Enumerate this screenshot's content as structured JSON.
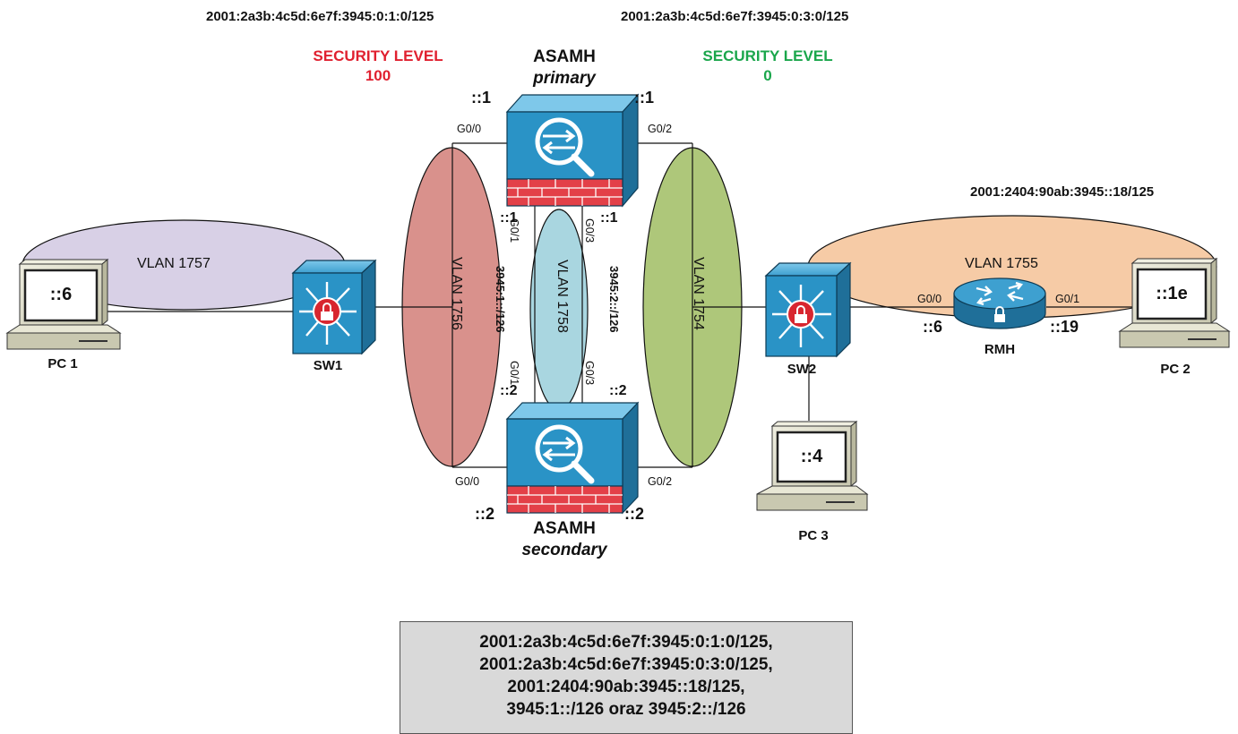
{
  "subnets": {
    "inside": "2001:2a3b:4c5d:6e7f:3945:0:1:0/125",
    "outside": "2001:2a3b:4c5d:6e7f:3945:0:3:0/125",
    "router_lan": "2001:2404:90ab:3945::18/125",
    "failover_1": "3945:1::/126",
    "failover_2": "3945:2::/126"
  },
  "security": {
    "inside_label": "SECURITY LEVEL",
    "inside_value": "100",
    "inside_color": "#e0202f",
    "outside_label": "SECURITY LEVEL",
    "outside_value": "0",
    "outside_color": "#1aa64b"
  },
  "asa_primary": {
    "name": "ASAMH",
    "role": "primary",
    "addr_left": "::1",
    "addr_right": "::1",
    "addr_g01": "::1",
    "addr_g03": "::1"
  },
  "asa_secondary": {
    "name": "ASAMH",
    "role": "secondary",
    "addr_left": "::2",
    "addr_right": "::2",
    "addr_g01": "::2",
    "addr_g03": "::2"
  },
  "ports": {
    "g00": "G0/0",
    "g01": "G0/1",
    "g02": "G0/2",
    "g03": "G0/3"
  },
  "vlans": {
    "v1757": "VLAN 1757",
    "v1756": "VLAN 1756",
    "v1758": "VLAN 1758",
    "v1754": "VLAN 1754",
    "v1755": "VLAN 1755"
  },
  "vlan_colors": {
    "v1757": "#d8d0e6",
    "v1756": "#d9918c",
    "v1758": "#a9d6e0",
    "v1754": "#aec77a",
    "v1755": "#f6cba6"
  },
  "devices": {
    "pc1": {
      "label": "PC 1",
      "addr": "::6"
    },
    "pc2": {
      "label": "PC 2",
      "addr": "::1e"
    },
    "pc3": {
      "label": "PC 3",
      "addr": "::4"
    },
    "sw1": {
      "label": "SW1"
    },
    "sw2": {
      "label": "SW2"
    },
    "rmh": {
      "label": "RMH",
      "addr_left": "::6",
      "addr_right": "::19",
      "port_left": "G0/0",
      "port_right": "G0/1"
    }
  },
  "summary": [
    "2001:2a3b:4c5d:6e7f:3945:0:1:0/125,",
    "2001:2a3b:4c5d:6e7f:3945:0:3:0/125,",
    "2001:2404:90ab:3945::18/125,",
    "3945:1::/126 oraz 3945:2::/126"
  ],
  "icons": [
    "firewall-icon",
    "multilayer-switch-icon",
    "router-icon",
    "pc-icon"
  ]
}
